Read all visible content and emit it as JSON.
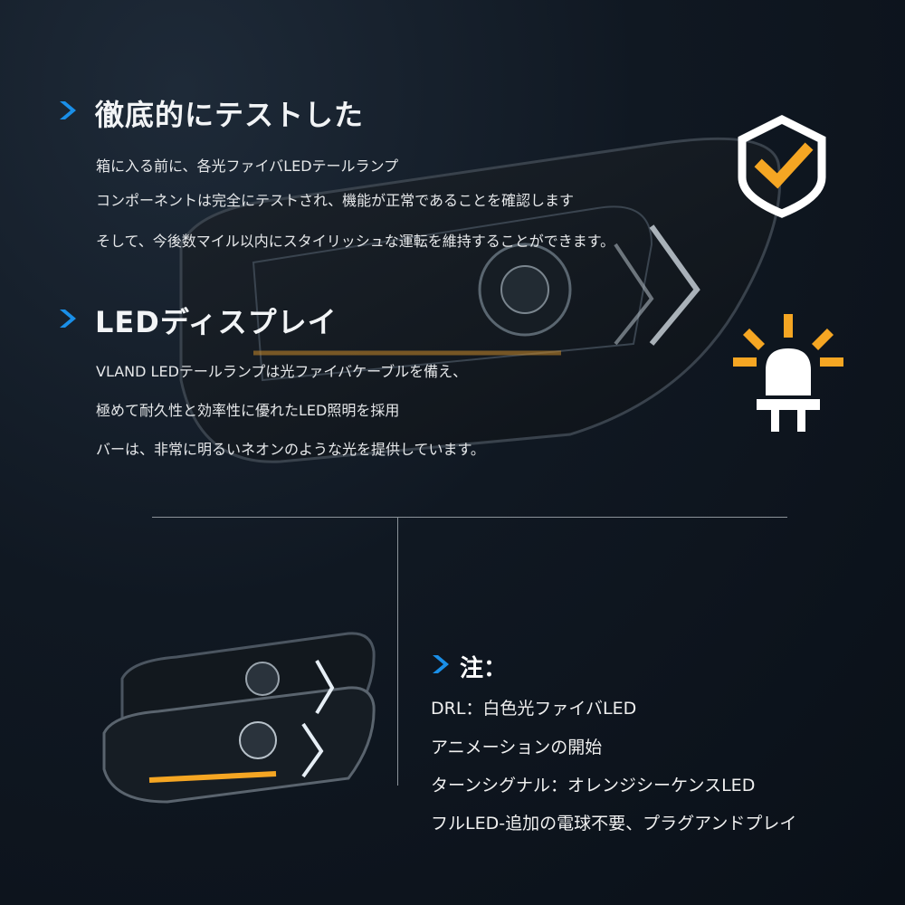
{
  "section1": {
    "title": "徹底的にテストした",
    "lines": [
      "箱に入る前に、各光ファイバLEDテールランプ",
      "コンポーネントは完全にテストされ、機能が正常であることを確認します",
      "そして、今後数マイル以内にスタイリッシュな運転を維持することができます。"
    ]
  },
  "section2": {
    "title": "LEDディスプレイ",
    "lines": [
      "VLAND LEDテールランプは光ファイバケーブルを備え、",
      "極めて耐久性と効率性に優れたLED照明を採用",
      "バーは、非常に明るいネオンのような光を提供しています。"
    ]
  },
  "note": {
    "title": "注：",
    "lines": [
      "DRL：白色光ファイバLED",
      "アニメーションの開始",
      "ターンシグナル：オレンジシーケンスLED",
      "フルLED-追加の電球不要、プラグアンドプレイ"
    ]
  },
  "colors": {
    "accent_blue": "#1a8fe8",
    "accent_orange": "#f5a623",
    "background": "#101822"
  },
  "icons": {
    "bullet": "chevron-right-icon",
    "badge": "shield-check-icon",
    "light": "led-bulb-icon"
  }
}
